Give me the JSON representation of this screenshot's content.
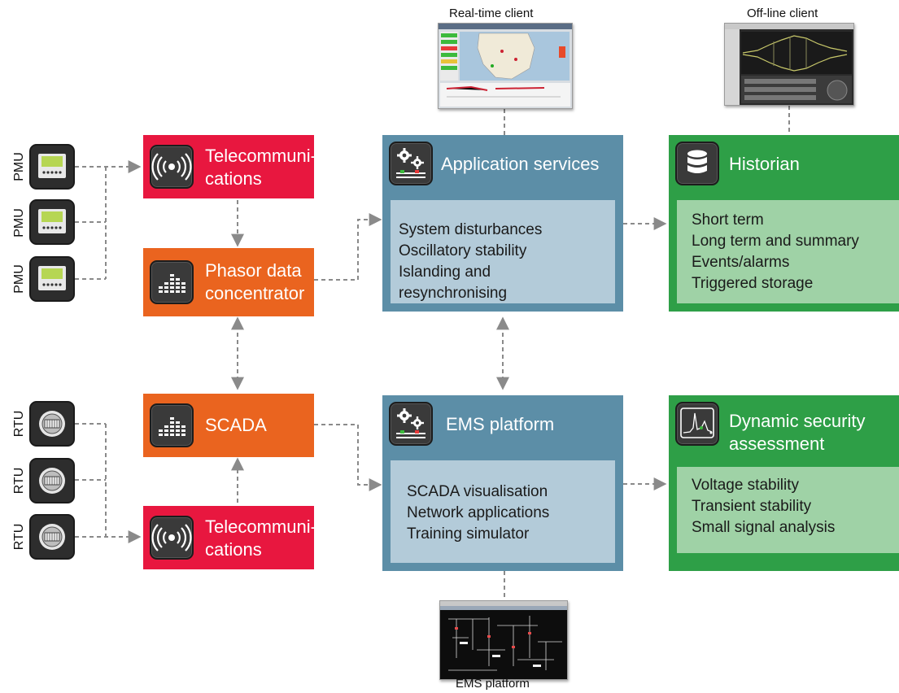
{
  "captions": {
    "realtime_client": "Real-time client",
    "offline_client": "Off-line client",
    "ems_platform_screen": "EMS platform"
  },
  "devices": {
    "pmu": [
      "PMU",
      "PMU",
      "PMU"
    ],
    "rtu": [
      "RTU",
      "RTU",
      "RTU"
    ]
  },
  "blocks": {
    "telecom_top": [
      "Telecommuni-",
      "cations"
    ],
    "pdc": [
      "Phasor data",
      "concentrator"
    ],
    "scada": "SCADA",
    "telecom_bottom": [
      "Telecommuni-",
      "cations"
    ],
    "app_services": {
      "title": "Application services",
      "items": [
        "System disturbances",
        "Oscillatory stability",
        "Islanding and",
        "resynchronising"
      ]
    },
    "ems": {
      "title": "EMS platform",
      "items": [
        "SCADA visualisation",
        "Network applications",
        "Training simulator"
      ]
    },
    "historian": {
      "title": "Historian",
      "items": [
        "Short term",
        "Long term and summary",
        "Events/alarms",
        "Triggered storage"
      ]
    },
    "dsa": {
      "title": [
        "Dynamic security",
        "assessment"
      ],
      "items": [
        "Voltage stability",
        "Transient stability",
        "Small signal analysis"
      ]
    }
  },
  "colors": {
    "telecom": "#e8173f",
    "pdc_scada": "#ea641f",
    "app_ems": "#5c8ea7",
    "historian_dsa": "#2e9f47",
    "connector": "#8a8a8a"
  },
  "icons": {
    "telecom": "radio-waves-icon",
    "pdc": "equalizer-bars-icon",
    "app": "gears-icon",
    "historian": "database-icon",
    "dsa": "oscilloscope-icon",
    "pmu": "pmu-display-icon",
    "rtu": "rtu-meter-icon"
  }
}
